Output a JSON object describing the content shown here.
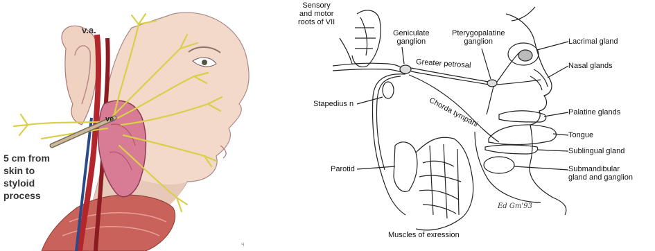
{
  "left_illustration": {
    "labels": {
      "va": "v.a.",
      "ve": "ve",
      "distance_note": [
        "5 cm from",
        "skin to",
        "styloid",
        "process"
      ]
    }
  },
  "right_illustration": {
    "labels": {
      "sensory_motor": [
        "Sensory",
        "and motor",
        "roots of VII"
      ],
      "geniculate": [
        "Geniculate",
        "ganglion"
      ],
      "pterygopalatine": [
        "Pterygopalatine",
        "ganglion"
      ],
      "lacrimal": "Lacrimal gland",
      "nasal": "Nasal glands",
      "greater_petrosal": "Greater petrosal",
      "chorda_tympani": "Chorda tympani",
      "stapedius": "Stapedius n",
      "palatine": "Palatine glands",
      "tongue": "Tongue",
      "sublingual": "Sublingual gland",
      "submandibular": [
        "Submandibular",
        "gland and ganglion"
      ],
      "parotid": "Parotid",
      "muscles": "Muscles of exression",
      "signature": "Ed Gm'93"
    }
  }
}
